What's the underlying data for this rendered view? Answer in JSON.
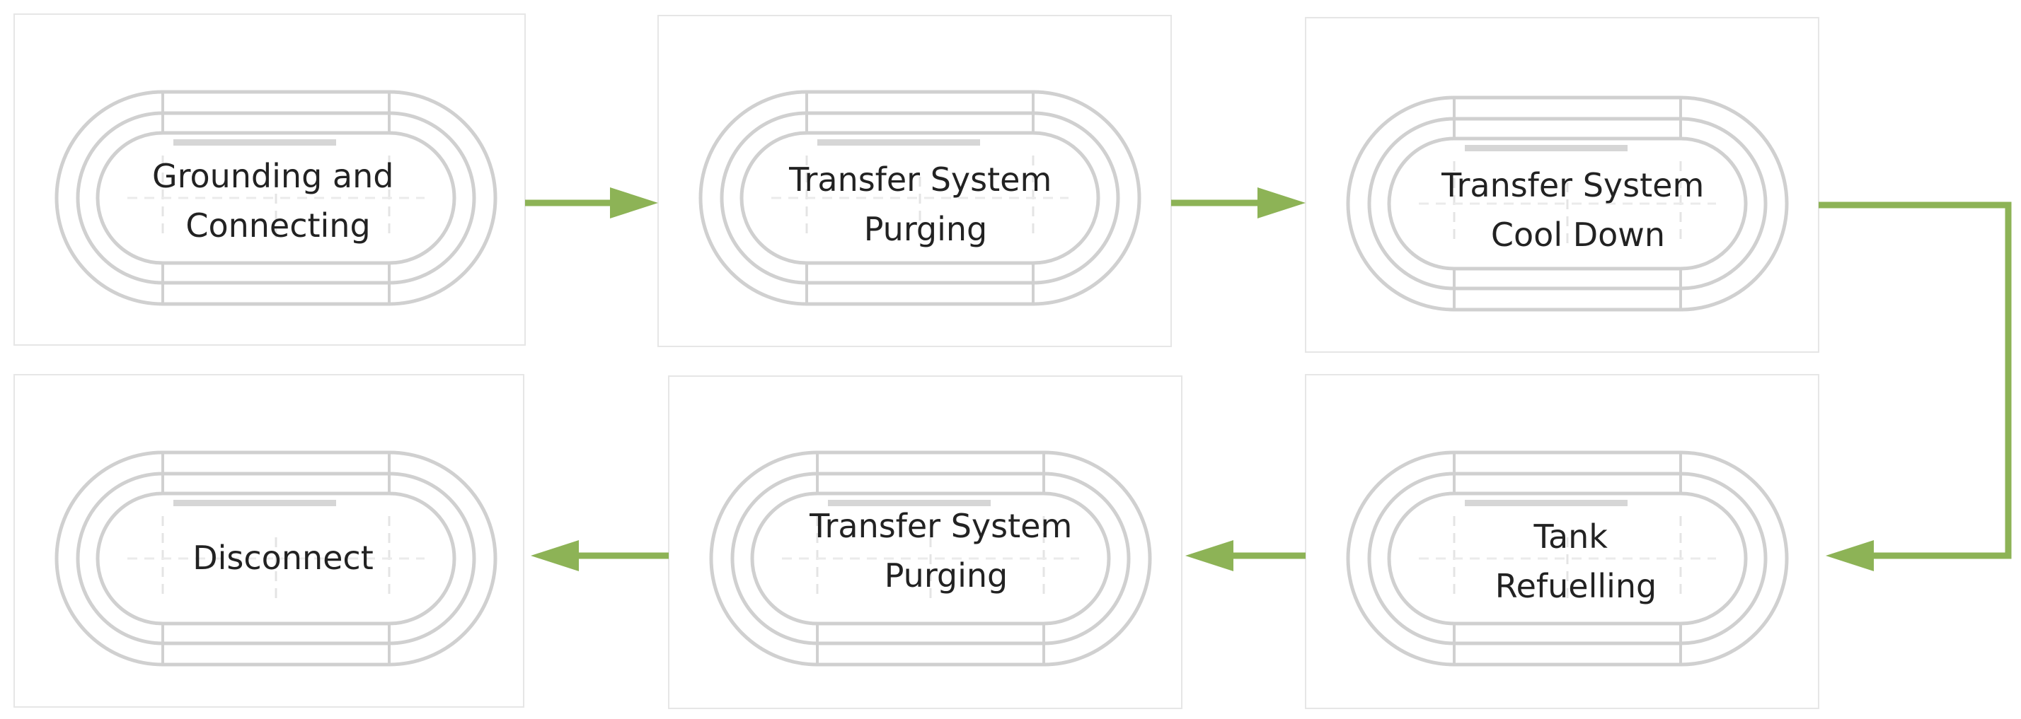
{
  "colors": {
    "arrow": "#8DB356",
    "outline": "#D0D0D0",
    "panel_border": "#E6E6E6",
    "text": "#222222"
  },
  "stages": [
    {
      "lines": [
        "Grounding and",
        "Connecting"
      ]
    },
    {
      "lines": [
        "Transfer System",
        "Purging"
      ]
    },
    {
      "lines": [
        "Transfer System",
        "Cool Down"
      ]
    },
    {
      "lines": [
        "Tank",
        "Refuelling"
      ]
    },
    {
      "lines": [
        "Transfer System",
        "Purging"
      ]
    },
    {
      "lines": [
        "Disconnect"
      ]
    }
  ]
}
